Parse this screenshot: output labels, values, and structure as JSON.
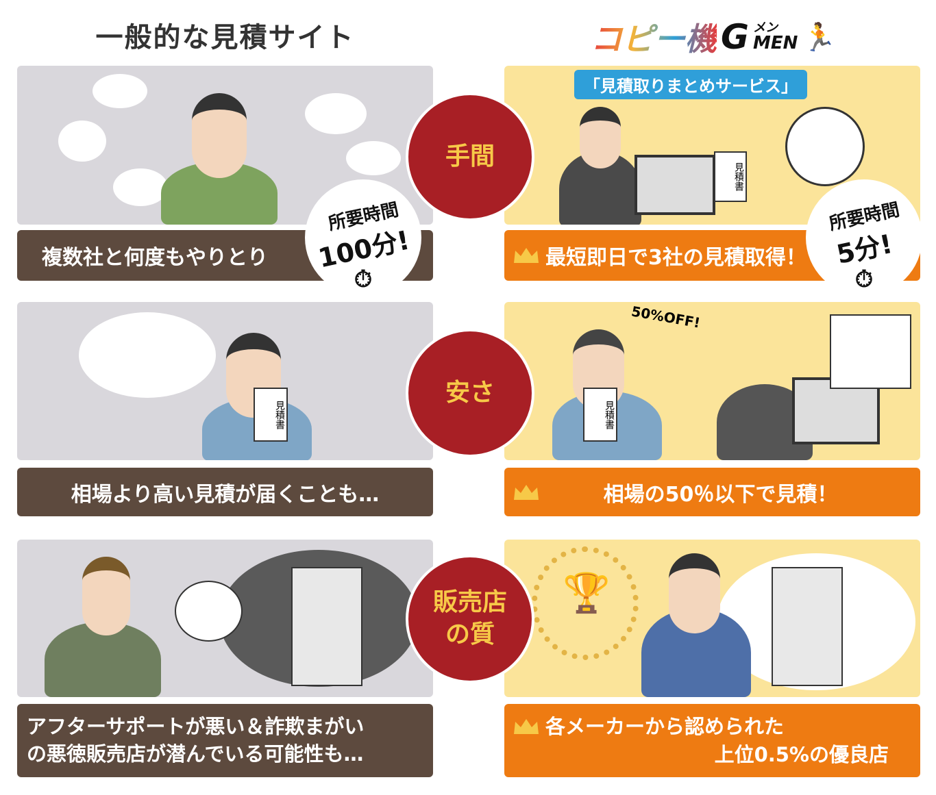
{
  "header": {
    "left_title": "一般的な見積サイト",
    "logo": {
      "main": "コピー機",
      "g": "G",
      "sub_top": "メン",
      "sub_bottom": "MEN"
    }
  },
  "colors": {
    "gray_panel": "#d9d7dc",
    "brown_caption": "#5d4a3e",
    "yellow_panel": "#fbe49a",
    "orange_caption": "#ee7b12",
    "circle_red": "#a81f25",
    "circle_text": "#f7c948",
    "service_blue": "#2f9fd9"
  },
  "rows": [
    {
      "category": "手間",
      "left": {
        "caption": "複数社と何度もやりとり",
        "badge_top": "所要時間",
        "badge_value": "100分!"
      },
      "right": {
        "service_label": "「見積取りまとめサービス」",
        "doc_label": "見積書",
        "caption": "最短即日で3社の見積取得！",
        "badge_top": "所要時間",
        "badge_value": "5分!"
      }
    },
    {
      "category": "安さ",
      "left": {
        "doc_label": "見積書",
        "caption": "相場より高い見積が届くことも…"
      },
      "right": {
        "discount": "50%OFF!",
        "doc_label": "見積書",
        "caption": "相場の50％以下で見積！"
      }
    },
    {
      "category": "販売店の質",
      "category_lines": [
        "販売店",
        "の質"
      ],
      "left": {
        "caption_lines": [
          "アフターサポートが悪い＆詐欺まがい",
          "の悪徳販売店が潜んでいる可能性も…"
        ]
      },
      "right": {
        "caption_lines": [
          "各メーカーから認められた",
          "上位0.5%の優良店"
        ]
      }
    }
  ]
}
